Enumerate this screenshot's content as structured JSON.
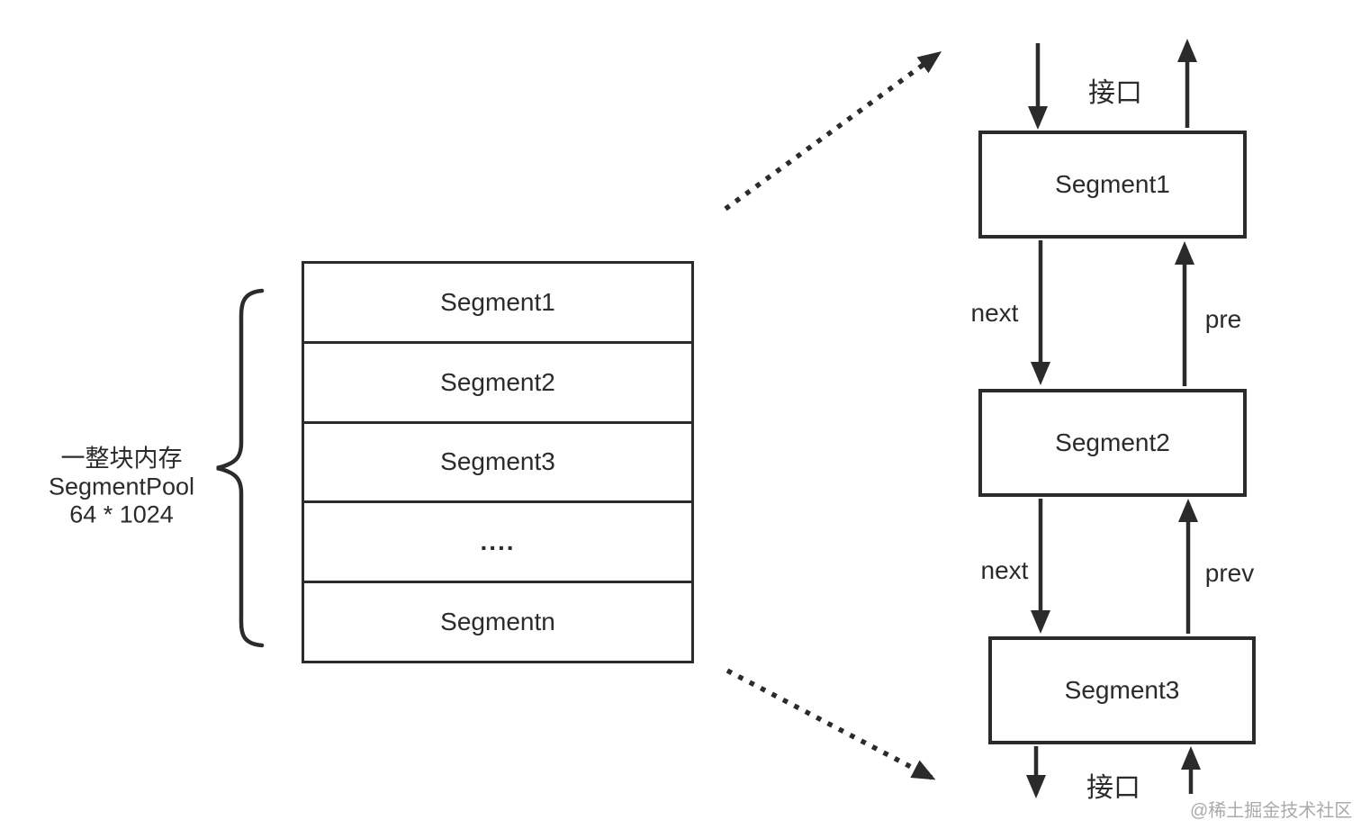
{
  "colors": {
    "line": "#2b2b2b",
    "text": "#2b2b2b",
    "watermark": "#aaaaaa",
    "background": "#ffffff"
  },
  "pool": {
    "annotation": {
      "line1": "一整块内存",
      "line2": "SegmentPool",
      "line3": "64 * 1024"
    },
    "rows": [
      "Segment1",
      "Segment2",
      "Segment3",
      "....",
      "Segmentn"
    ]
  },
  "chain": {
    "top_interface_label": "接口",
    "bottom_interface_label": "接口",
    "nodes": [
      "Segment1",
      "Segment2",
      "Segment3"
    ],
    "edges": [
      {
        "from": "Segment1",
        "to": "Segment2",
        "down_label": "next",
        "up_label": "pre"
      },
      {
        "from": "Segment2",
        "to": "Segment3",
        "down_label": "next",
        "up_label": "prev"
      }
    ]
  },
  "watermark": "@稀土掘金技术社区"
}
